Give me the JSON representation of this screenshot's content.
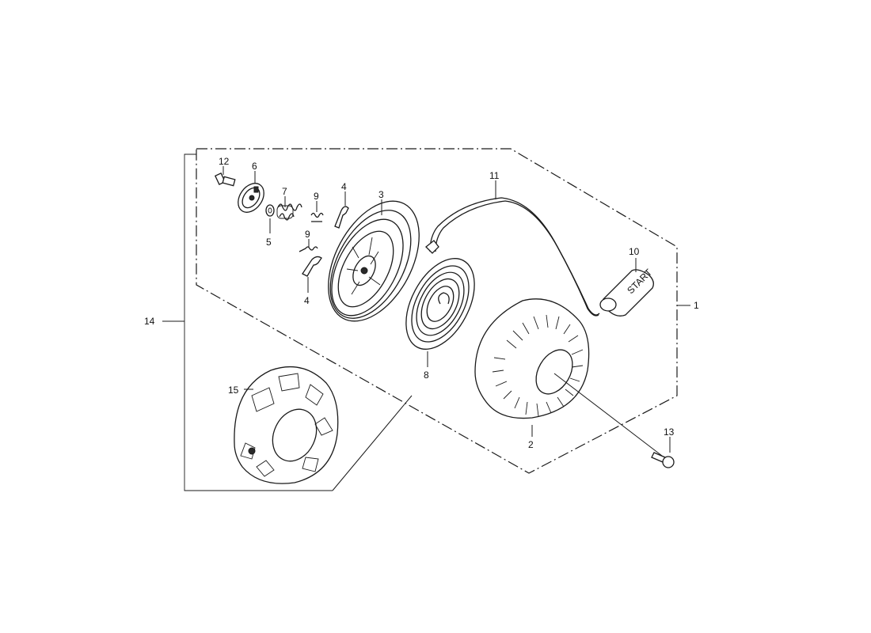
{
  "callouts": {
    "c1": "1",
    "c2": "2",
    "c3": "3",
    "c4a": "4",
    "c4b": "4",
    "c5": "5",
    "c6": "6",
    "c7": "7",
    "c8": "8",
    "c9a": "9",
    "c9b": "9",
    "c10": "10",
    "c11": "11",
    "c12": "12",
    "c13": "13",
    "c14": "14",
    "c15": "15"
  },
  "handle_text": "START"
}
